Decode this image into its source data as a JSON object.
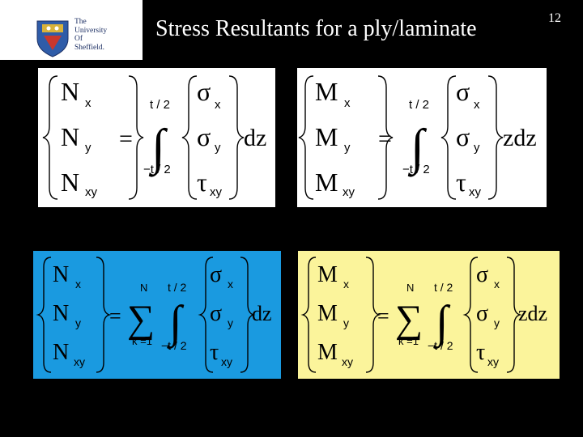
{
  "slide": {
    "title": "Stress Resultants for a ply/laminate",
    "page_number": "12"
  },
  "logo": {
    "text": "The\nUniversity\nOf\nSheffield."
  },
  "colors": {
    "background": "#000000",
    "panel_white": "#ffffff",
    "panel_blue": "#1a9ae0",
    "panel_yellow": "#fbf49b",
    "logo_navy": "#1c2f63"
  },
  "eq1": {
    "lhs": [
      {
        "base": "N",
        "sub": "x"
      },
      {
        "base": "N",
        "sub": "y"
      },
      {
        "base": "N",
        "sub": "xy"
      }
    ],
    "equals": "=",
    "upper": "t / 2",
    "lower": "−t / 2",
    "integral": "∫",
    "rhs": [
      {
        "base": "σ",
        "sub": "x"
      },
      {
        "base": "σ",
        "sub": "y"
      },
      {
        "base": "τ",
        "sub": "xy"
      }
    ],
    "diff": "dz"
  },
  "eq2": {
    "lhs": [
      {
        "base": "M",
        "sub": "x"
      },
      {
        "base": "M",
        "sub": "y"
      },
      {
        "base": "M",
        "sub": "xy"
      }
    ],
    "equals": "=",
    "upper": "t / 2",
    "lower": "−t / 2",
    "integral": "∫",
    "rhs": [
      {
        "base": "σ",
        "sub": "x"
      },
      {
        "base": "σ",
        "sub": "y"
      },
      {
        "base": "τ",
        "sub": "xy"
      }
    ],
    "diff": "zdz"
  },
  "eq3": {
    "lhs": [
      {
        "base": "N",
        "sub": "x"
      },
      {
        "base": "N",
        "sub": "y"
      },
      {
        "base": "N",
        "sub": "xy"
      }
    ],
    "equals": "=",
    "sum": "∑",
    "sum_upper": "N",
    "sum_lower": "k =1",
    "upper": "t / 2",
    "lower": "−t / 2",
    "integral": "∫",
    "rhs": [
      {
        "base": "σ",
        "sub": "x"
      },
      {
        "base": "σ",
        "sub": "y"
      },
      {
        "base": "τ",
        "sub": "xy"
      }
    ],
    "diff": "dz"
  },
  "eq4": {
    "lhs": [
      {
        "base": "M",
        "sub": "x"
      },
      {
        "base": "M",
        "sub": "y"
      },
      {
        "base": "M",
        "sub": "xy"
      }
    ],
    "equals": "=",
    "sum": "∑",
    "sum_upper": "N",
    "sum_lower": "k =1",
    "upper": "t / 2",
    "lower": "−t / 2",
    "integral": "∫",
    "rhs": [
      {
        "base": "σ",
        "sub": "x"
      },
      {
        "base": "σ",
        "sub": "y"
      },
      {
        "base": "τ",
        "sub": "xy"
      }
    ],
    "diff": "zdz"
  }
}
